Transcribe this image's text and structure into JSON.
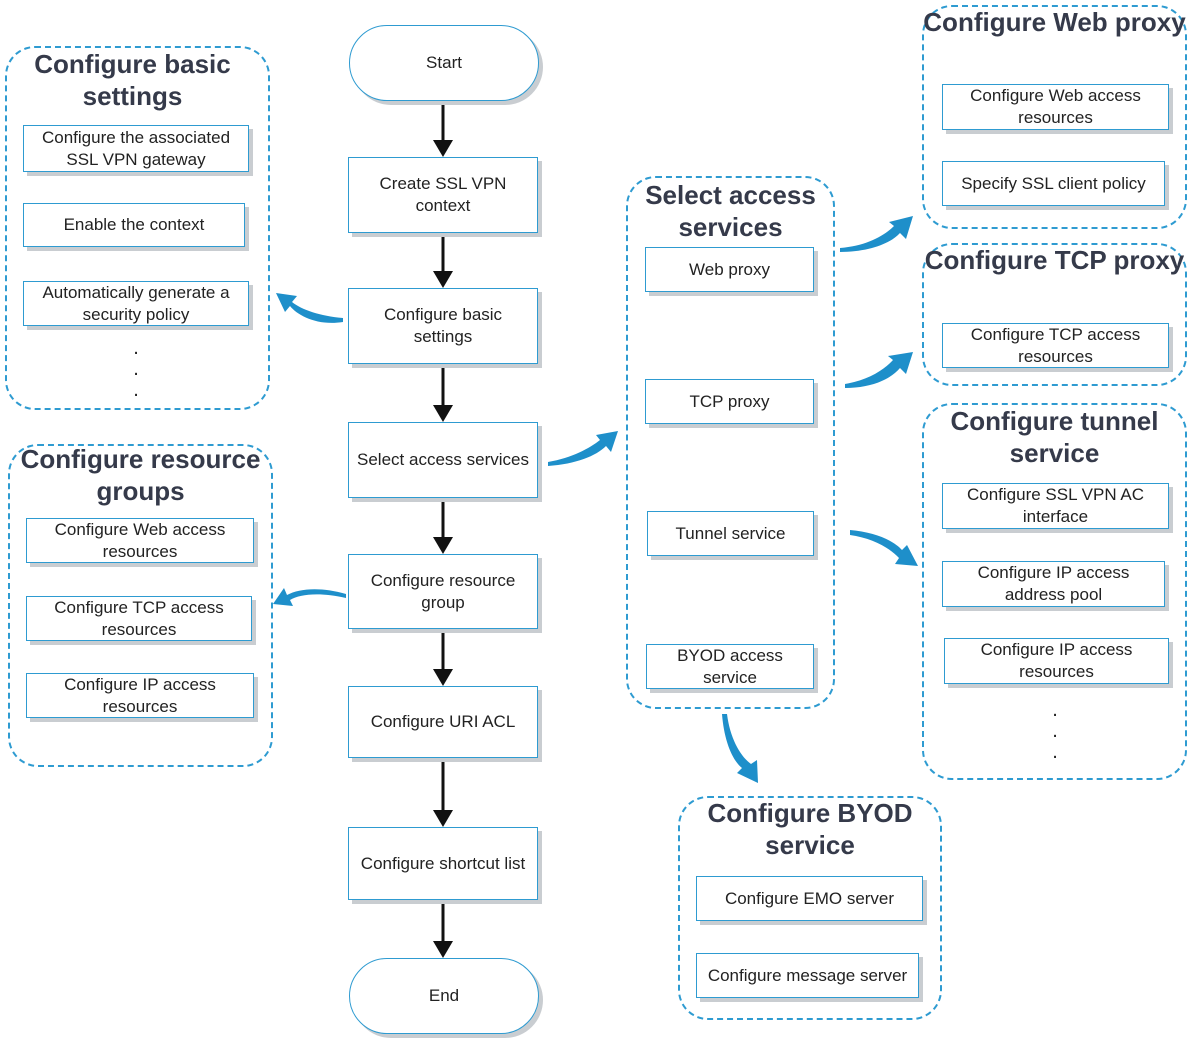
{
  "flow": {
    "start": "Start",
    "create_context": "Create SSL VPN context",
    "basic_settings": "Configure basic settings",
    "select_services": "Select access services",
    "resource_group": "Configure resource group",
    "uri_acl": "Configure URI ACL",
    "shortcut_list": "Configure shortcut list",
    "end": "End"
  },
  "basic_settings_group": {
    "title": "Configure basic settings",
    "items": [
      "Configure the associated SSL VPN gateway",
      "Enable the context",
      "Automatically generate a security policy"
    ],
    "ellipsis": "."
  },
  "resource_groups_group": {
    "title": "Configure resource groups",
    "items": [
      "Configure Web access resources",
      "Configure TCP access resources",
      "Configure IP access resources"
    ]
  },
  "access_services_group": {
    "title": "Select access services",
    "items": [
      "Web proxy",
      "TCP proxy",
      "Tunnel service",
      "BYOD access service"
    ]
  },
  "web_proxy_group": {
    "title": "Configure Web proxy",
    "items": [
      "Configure Web access resources",
      "Specify SSL client policy"
    ]
  },
  "tcp_proxy_group": {
    "title": "Configure TCP proxy",
    "items": [
      "Configure TCP access resources"
    ]
  },
  "tunnel_group": {
    "title": "Configure tunnel service",
    "items": [
      "Configure SSL VPN AC interface",
      "Configure IP access address pool",
      "Configure IP access resources"
    ],
    "ellipsis": "."
  },
  "byod_group": {
    "title": "Configure BYOD service",
    "items": [
      "Configure EMO server",
      "Configure message server"
    ]
  },
  "colors": {
    "accent": "#2e9bd1",
    "arrow_blue": "#1e8fca",
    "title_text": "#353a4a"
  }
}
